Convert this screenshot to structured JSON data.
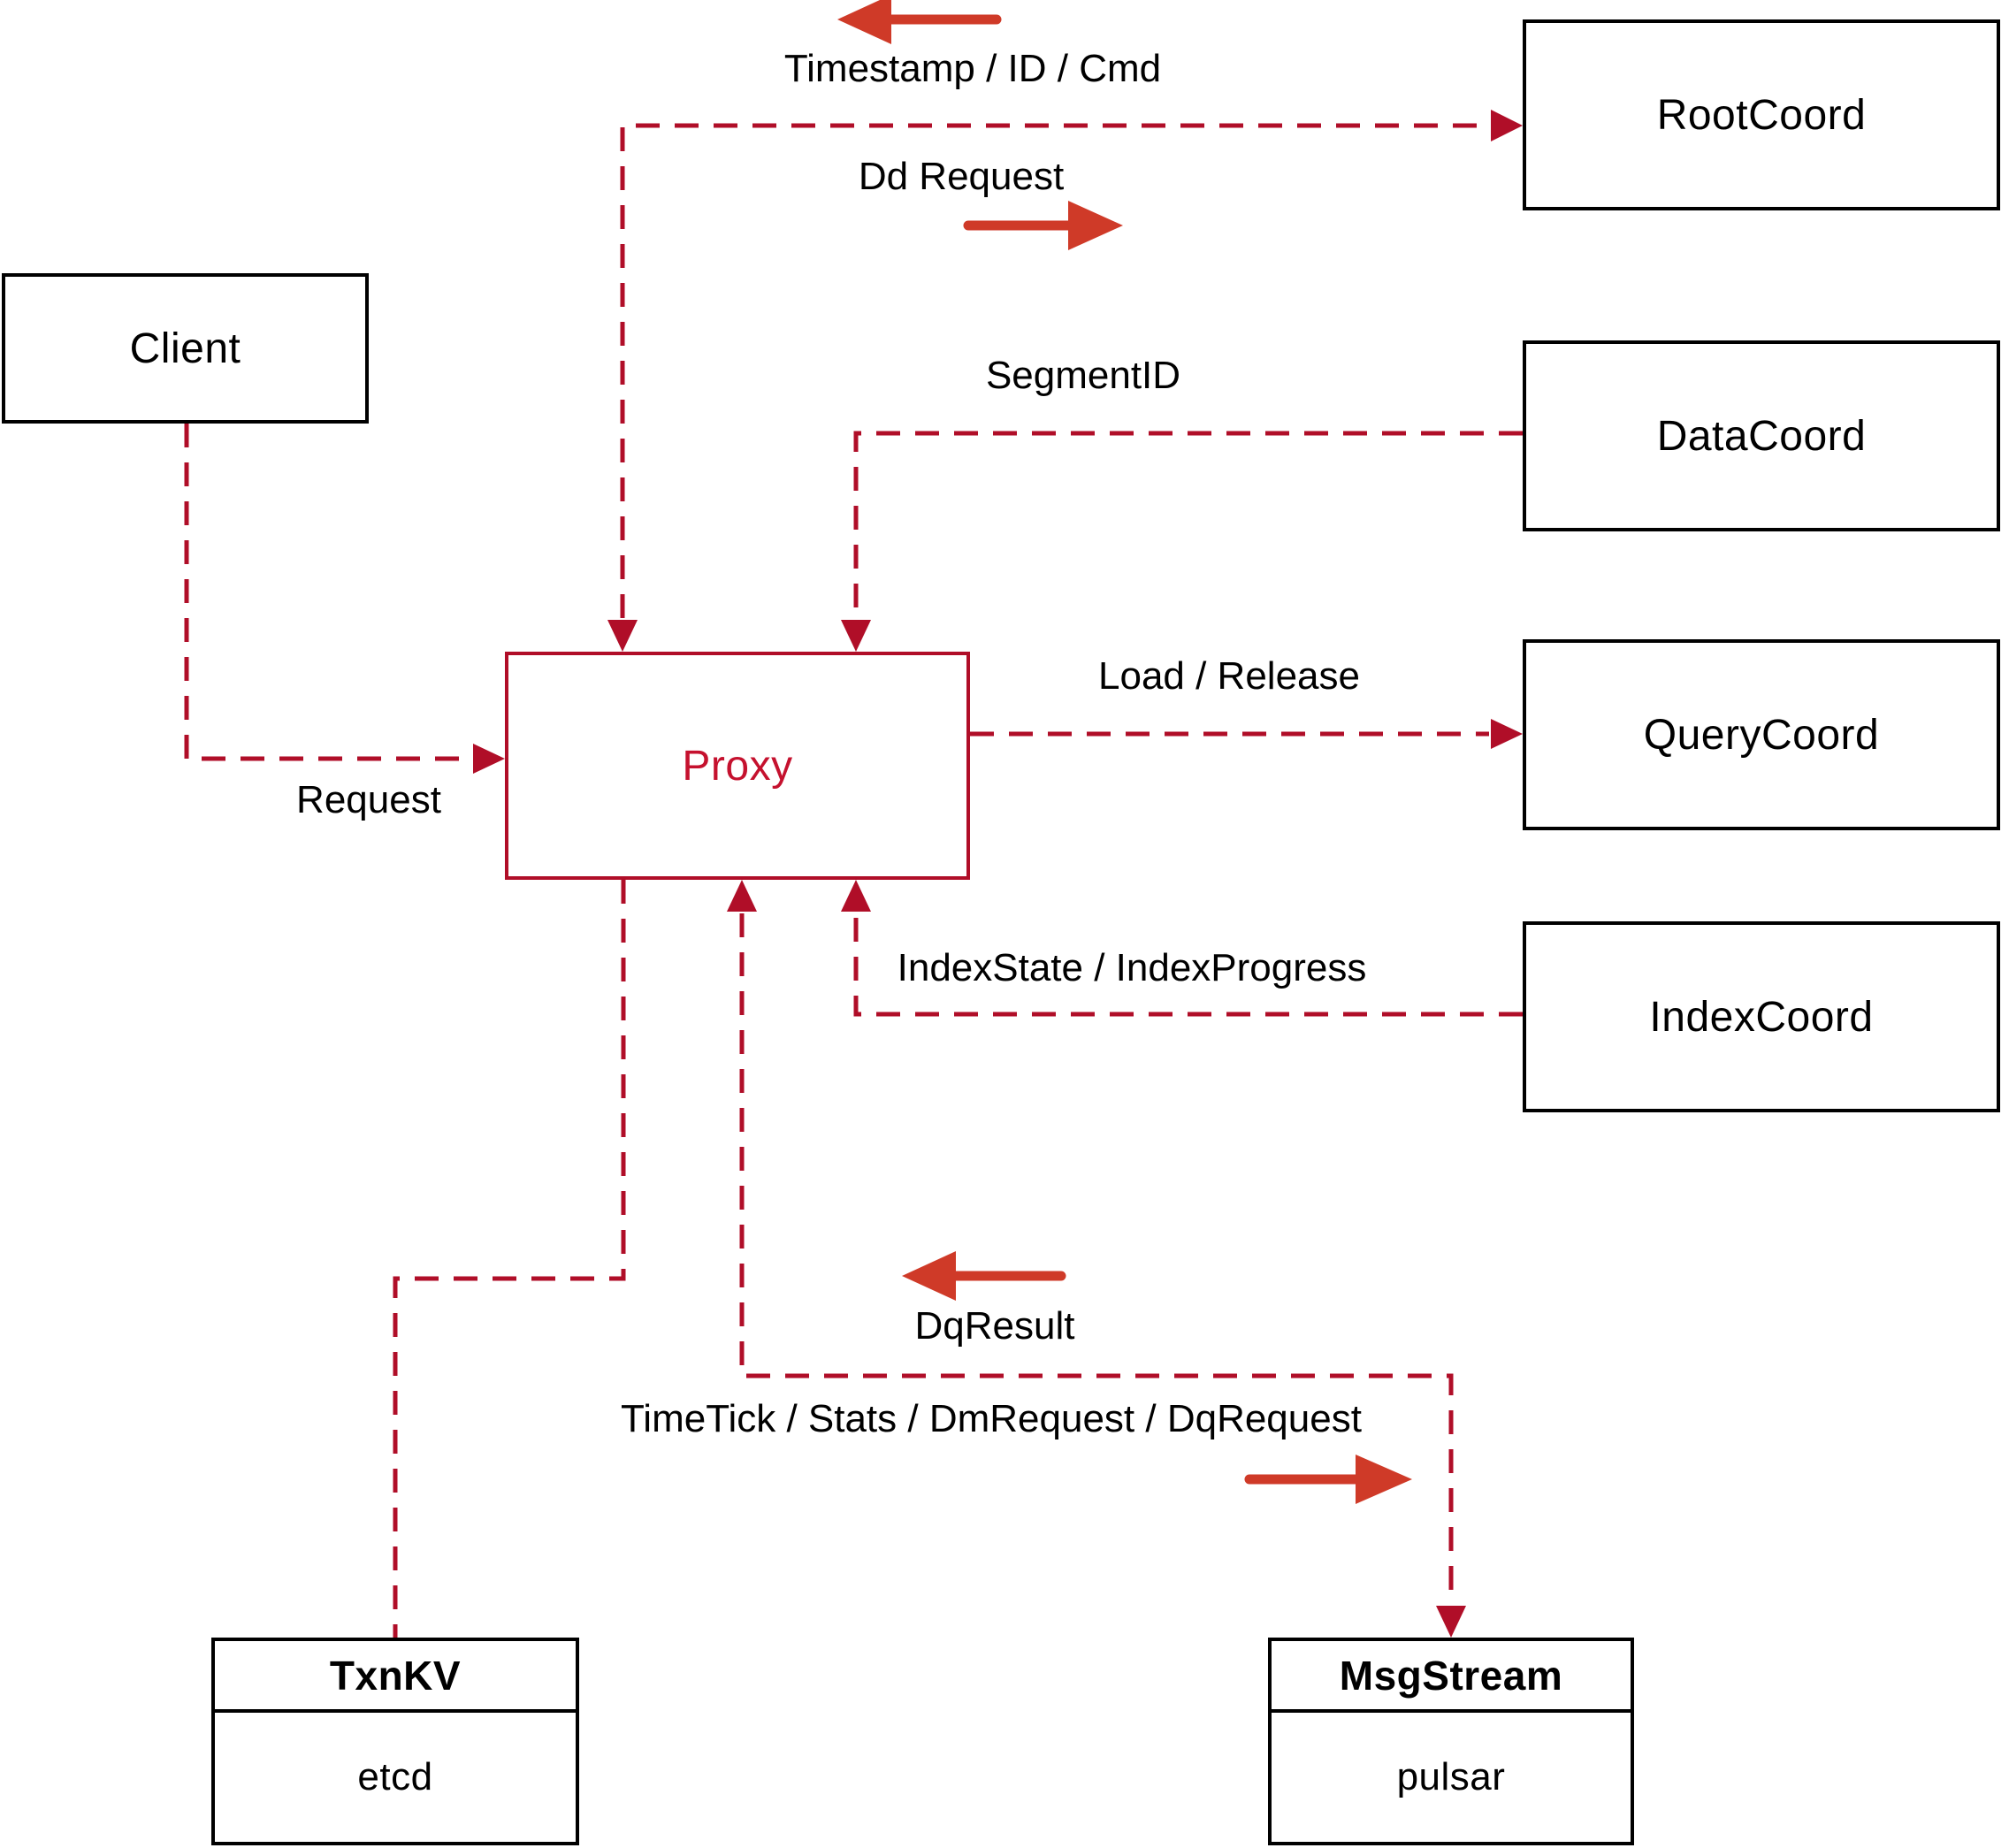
{
  "diagram": {
    "nodes": {
      "client": {
        "label": "Client"
      },
      "proxy": {
        "label": "Proxy"
      },
      "root_coord": {
        "label": "RootCoord"
      },
      "data_coord": {
        "label": "DataCoord"
      },
      "query_coord": {
        "label": "QueryCoord"
      },
      "index_coord": {
        "label": "IndexCoord"
      },
      "txn_kv": {
        "title": "TxnKV",
        "impl": "etcd"
      },
      "msg_stream": {
        "title": "MsgStream",
        "impl": "pulsar"
      }
    },
    "edge_labels": {
      "timestamp": "Timestamp / ID / Cmd",
      "dd_request": "Dd Request",
      "segment_id": "SegmentID",
      "request": "Request",
      "load_release": "Load / Release",
      "index_state": "IndexState / IndexProgress",
      "dq_result": "DqResult",
      "time_tick": "TimeTick / Stats / DmRequest / DqRequest"
    },
    "colors": {
      "dashed_line": "#b00e28",
      "solid_arrow": "#cf3a28",
      "proxy_accent": "#c5112e",
      "box_border": "#000000",
      "label_text": "#000000",
      "background": "#ffffff"
    }
  }
}
